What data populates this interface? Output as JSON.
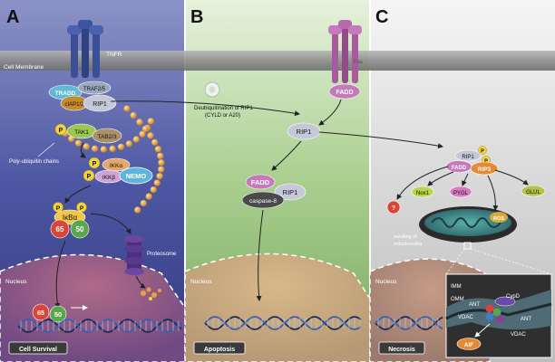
{
  "panels": {
    "a": {
      "letter": "A",
      "footer": "Cell Survival"
    },
    "b": {
      "letter": "B",
      "footer": "Apoptosis"
    },
    "c": {
      "letter": "C",
      "footer": "Necrosis"
    }
  },
  "membrane_label": "Cell Membrane",
  "nucleus_label": "Nucleus",
  "receptors": {
    "tnfr": "TNFR",
    "fas": "Fas"
  },
  "panel_a": {
    "tradd": "TRADD",
    "traf": "TRAF2/5",
    "ciap": "cIAP1/2",
    "rip1": "RIP1",
    "phospho": "P",
    "tak1": "TAK1",
    "tab": "TAB2/3",
    "ikka": "IKKα",
    "ikkb": "IKKβ",
    "nemo": "NEMO",
    "ikba": "IκBα",
    "p65": "65",
    "p50": "50",
    "poly_ub": "Poly-ubiquitin chains",
    "proteasome": "Proteosome"
  },
  "panel_b": {
    "fadd": "FADD",
    "deubiq": "Deubiquitination of RIP1",
    "deubiq_enzymes": "(CYLD  or A20)",
    "rip1": "RIP1",
    "fadd2": "FADD",
    "rip1_2": "RIP1",
    "caspase8": "caspase-8"
  },
  "panel_c": {
    "rip1": "RIP1",
    "fadd": "FADD",
    "rip3": "RIP3",
    "phospho": "P",
    "nox1": "Nox1",
    "pygl": "PYGL",
    "glul": "GLUL",
    "q": "?",
    "ros": "ROS",
    "swelling_line1": "swelling of",
    "swelling_line2": "mitochondria",
    "imm": "IMM",
    "omm": "OMM",
    "ant": "ANT",
    "cypd": "CypD",
    "vdac": "VDAC",
    "ant2": "ANT",
    "vdac2": "VDAC",
    "aif": "AIF"
  },
  "colors": {
    "panel_a_bg": "#4e57a3",
    "panel_b_bg": "#a9cf8f",
    "panel_c_bg": "#dcdcdc",
    "membrane": "#8a8a8a",
    "receptor_tnfr": "#3a4f95",
    "receptor_fas": "#b366a8",
    "ubiquitin": "#e8a33c"
  }
}
